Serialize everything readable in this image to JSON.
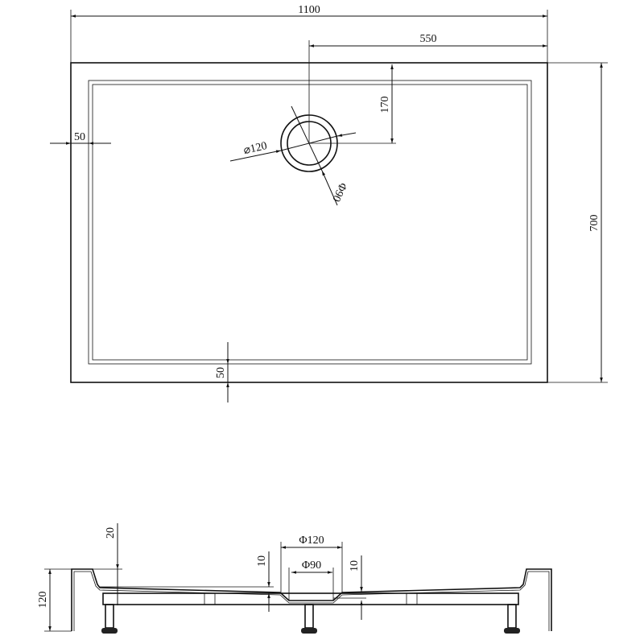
{
  "drawing": {
    "line_color": "#111111",
    "top_view": {
      "width_label": "1100",
      "half_width_label": "550",
      "drain_offset_label": "170",
      "height_label": "700",
      "rim_left_label": "50",
      "rim_bottom_label": "50",
      "drain_outer_label": "⌀120",
      "drain_inner_label": "Φ90"
    },
    "side_view": {
      "height_label": "120",
      "rim_label": "20",
      "drain_outer_label": "Φ120",
      "drain_inner_label": "Φ90",
      "depth_left_label": "10",
      "depth_right_label": "10"
    }
  }
}
